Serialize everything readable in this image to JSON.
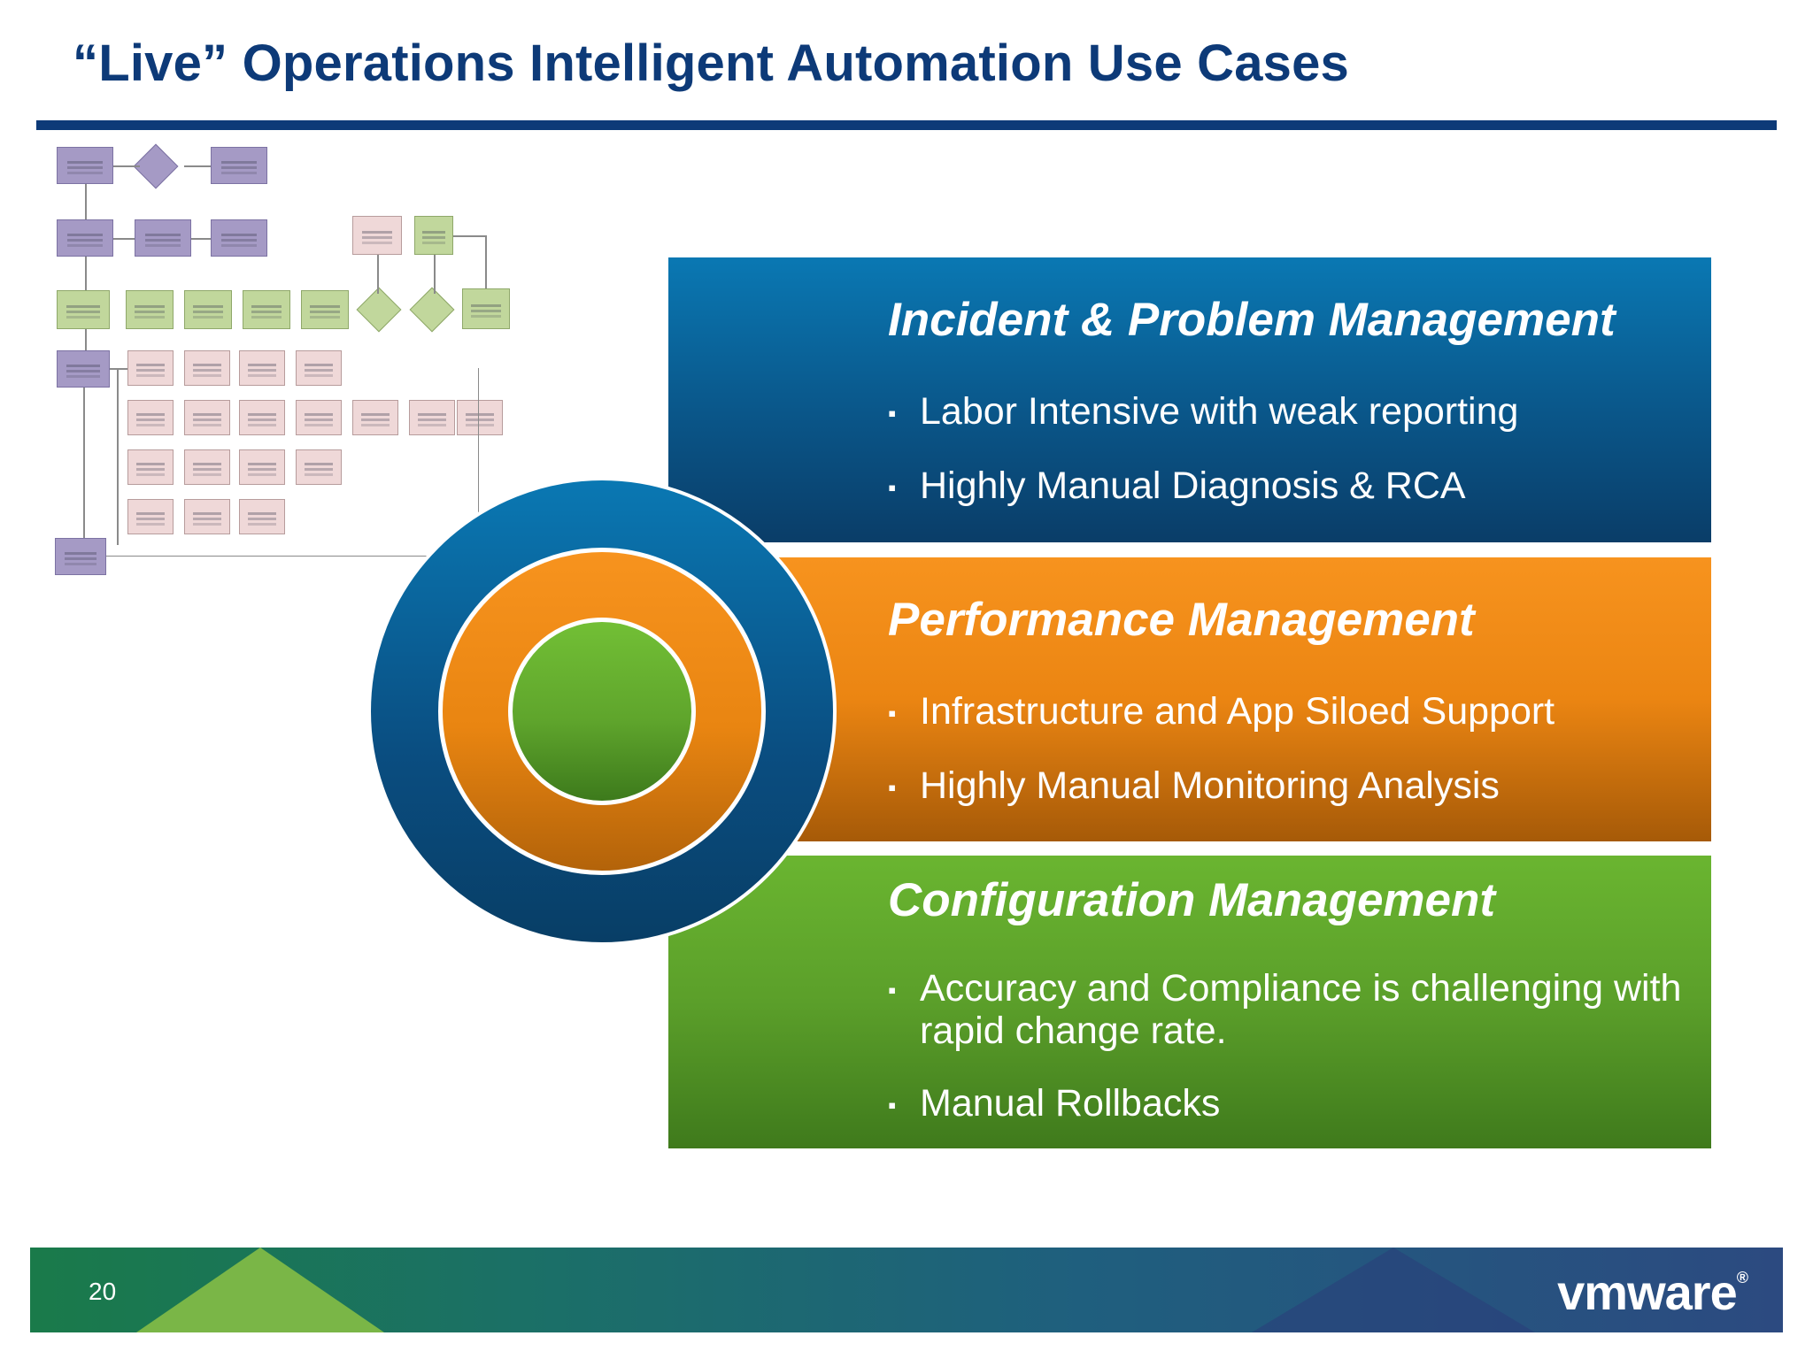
{
  "slide": {
    "title": "“Live” Operations Intelligent Automation Use Cases",
    "page_number": "20",
    "logo_text": "vmware",
    "logo_mark": "®"
  },
  "panels": [
    {
      "title": "Incident & Problem Management",
      "color": "#0a5689",
      "bullets": [
        "Labor Intensive with weak reporting",
        "Highly Manual Diagnosis & RCA"
      ]
    },
    {
      "title": "Performance Management",
      "color": "#eb8512",
      "bullets": [
        "Infrastructure and App Siloed Support",
        "Highly Manual Monitoring Analysis"
      ]
    },
    {
      "title": "Configuration Management",
      "color": "#5b9f2a",
      "bullets": [
        "Accuracy and Compliance is challenging with rapid change rate.",
        "Manual Rollbacks"
      ]
    }
  ],
  "bullet_symbol": "▪",
  "colors": {
    "title": "#0d3a78",
    "blue": "#0a5689",
    "orange": "#eb8512",
    "green": "#5b9f2a"
  }
}
